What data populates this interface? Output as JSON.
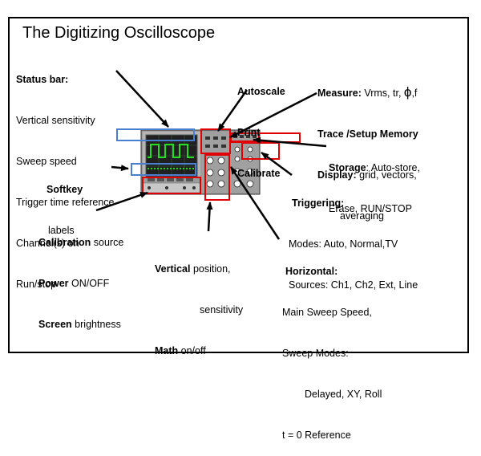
{
  "title": "The Digitizing Oscilloscope",
  "labels": {
    "status": {
      "heading": "Status bar:",
      "lines": [
        "Vertical sensitivity",
        "Sweep speed",
        "Trigger time reference",
        "Channel(s) on",
        "Run/stop"
      ]
    },
    "softkey": {
      "heading": "Softkey",
      "line2": "labels"
    },
    "calibration": {
      "l1_bold": "Calibration",
      "l1_rest": " source",
      "l2_bold": "Power",
      "l2_rest": " ON/OFF",
      "l3_bold": "Screen",
      "l3_rest": " brightness"
    },
    "autoscale": {
      "lines": [
        "Autoscale",
        "Print",
        "Calibrate"
      ]
    },
    "measure": {
      "l1_bold": "Measure:",
      "l1_rest": " Vrms, tr, ",
      "phi": "ϕ",
      "l1_tail": ",f",
      "l2": "Trace /Setup Memory",
      "l3_bold": "Display:",
      "l3_rest": " grid, vectors,",
      "l4": "averaging"
    },
    "storage": {
      "l1_bold": "Storage",
      "l1_rest": ": Auto-store,",
      "l2": "Erase, RUN/STOP"
    },
    "triggering": {
      "heading": "Triggering:",
      "l1": "Modes: Auto, Normal,TV",
      "l2": "Sources: Ch1, Ch2, Ext, Line"
    },
    "vertical": {
      "l1_bold": "Vertical",
      "l1_rest": " position,",
      "l2": "sensitivity",
      "l3_bold": "Math",
      "l3_rest": " on/off"
    },
    "horizontal": {
      "heading": "Horizontal:",
      "l1": "Main Sweep Speed,",
      "l2": "Sweep Modes:",
      "l3": "Delayed, XY, Roll",
      "l4": "t = 0 Reference"
    }
  },
  "colors": {
    "callout_red": "#e00000",
    "callout_blue": "#4a7fd0",
    "trace_green": "#22dd22",
    "screen_bg": "#1f1f1f",
    "panel_gray": "#a8a8a8"
  }
}
